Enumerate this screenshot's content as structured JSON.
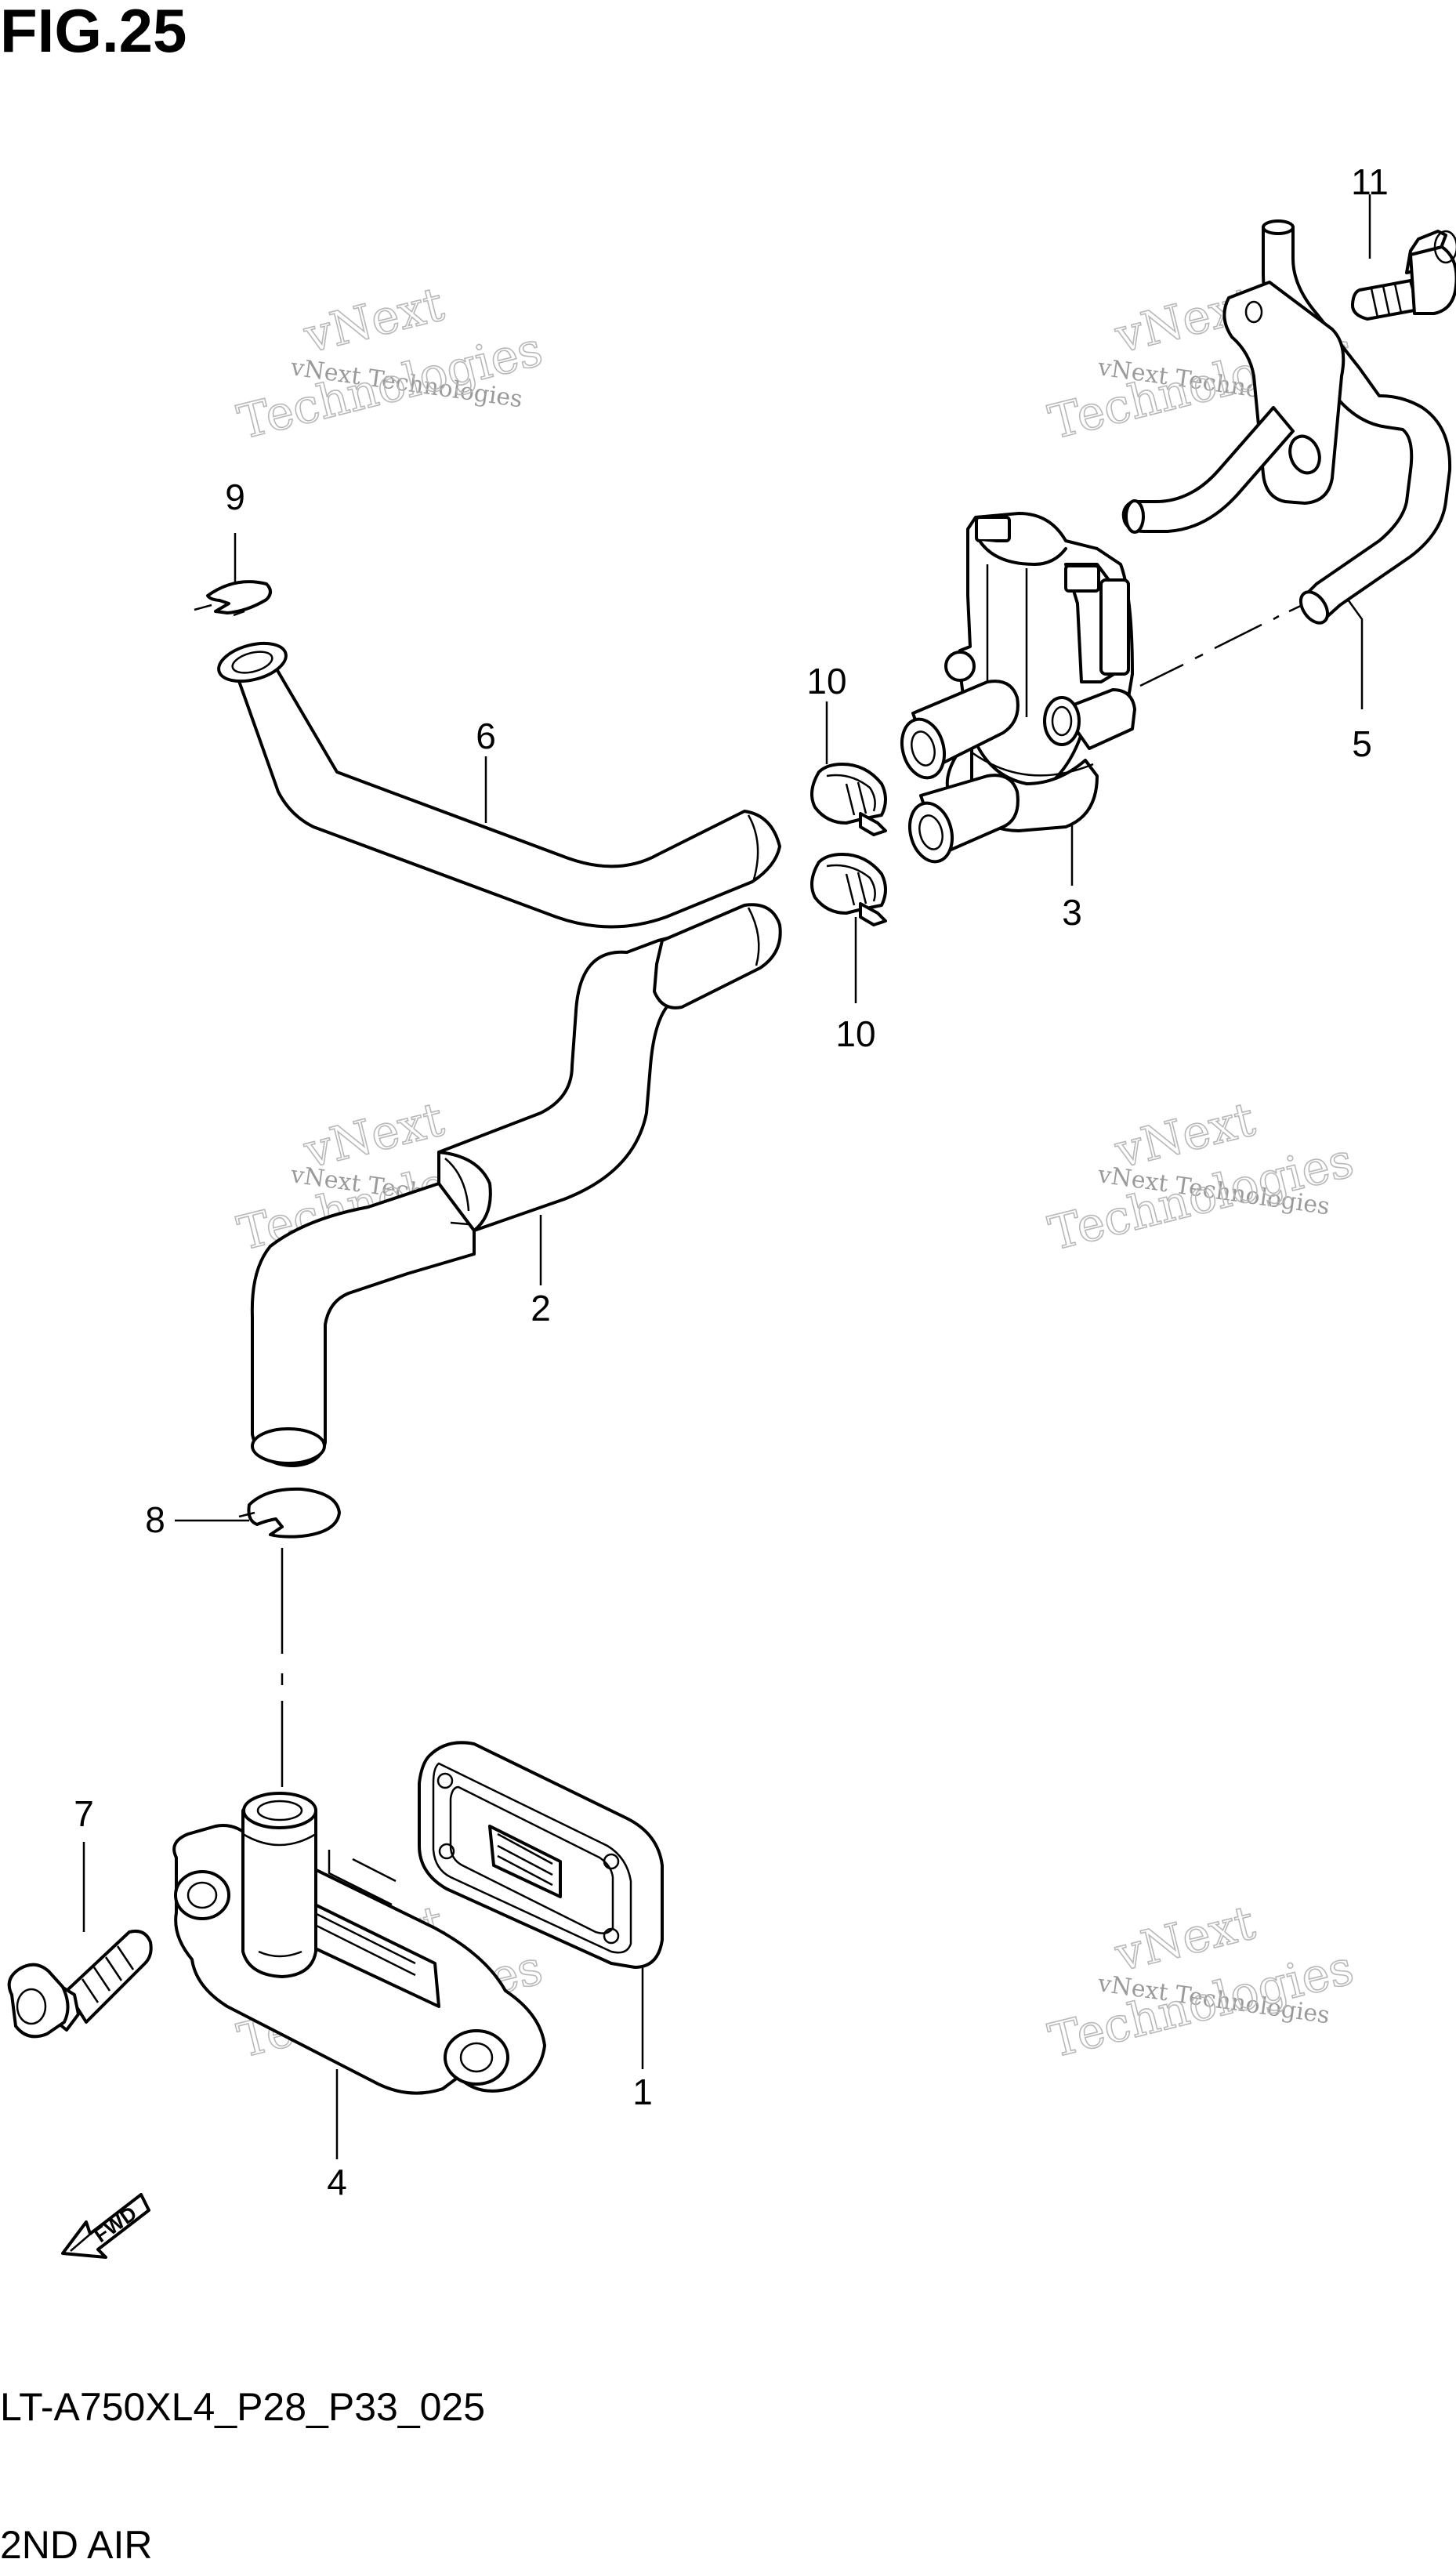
{
  "figure": {
    "title": "FIG.25",
    "code": "LT-A750XL4_P28_P33_025",
    "section": "2ND AIR"
  },
  "callouts": {
    "c1": "1",
    "c2": "2",
    "c3": "3",
    "c4": "4",
    "c5": "5",
    "c6": "6",
    "c7": "7",
    "c8": "8",
    "c9": "9",
    "c10a": "10",
    "c10b": "10",
    "c11": "11"
  },
  "fwd_label": "FWD",
  "watermark": {
    "small": "vNext Technologies",
    "big": "Technologies",
    "big_top": "vNext"
  }
}
